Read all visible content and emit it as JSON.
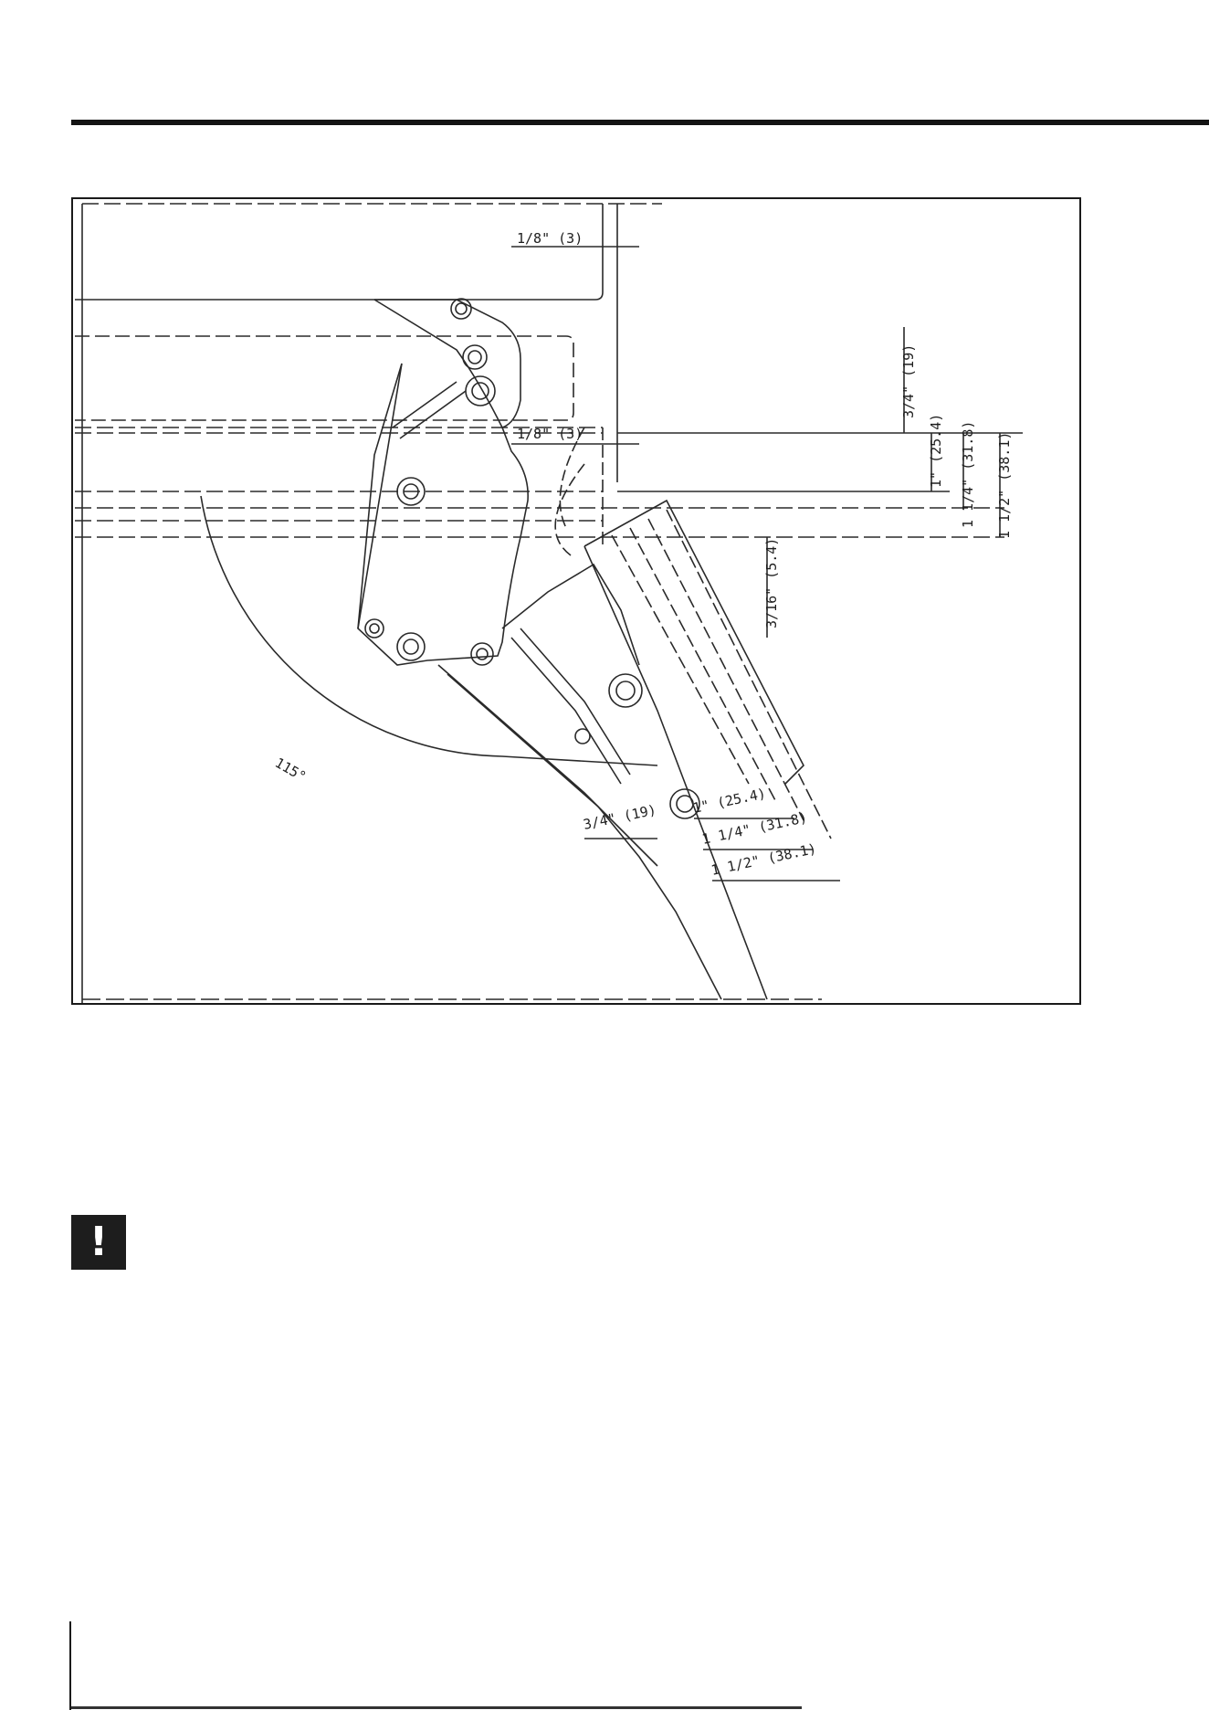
{
  "diagram": {
    "angle_label": "115°",
    "dims": {
      "top_gap": "1/8\" (3)",
      "mid_gap": "1/8\" (3)",
      "overlay_19": "3/4\" (19)",
      "overlay_25": "1\" (25.4)",
      "overlay_31": "1 1/4\" (31.8)",
      "overlay_38": "1 1/2\" (38.1)",
      "offset_5": "3/16\" (5.4)",
      "door_19": "3/4\" (19)",
      "door_25": "1\" (25.4)",
      "door_31": "1 1/4\" (31.8)",
      "door_38": "1 1/2\" (38.1)"
    }
  },
  "warning": {
    "glyph": "!"
  }
}
